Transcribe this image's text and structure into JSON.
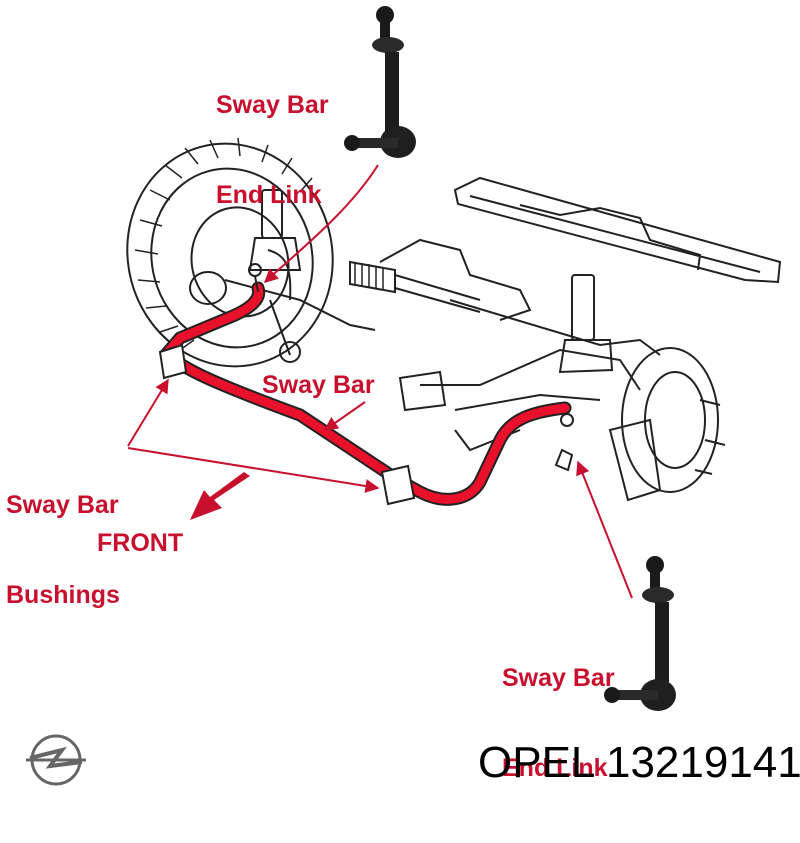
{
  "labels": {
    "end_link_top": [
      "Sway Bar",
      "End Link"
    ],
    "sway_bar": "Sway Bar",
    "bushings": [
      "Sway Bar",
      "Bushings"
    ],
    "front": "FRONT",
    "end_link_bottom": [
      "Sway Bar",
      "End Link"
    ]
  },
  "product": {
    "part_number": "OPEL 13219141"
  },
  "icons": {
    "logo": "opel-logo-icon"
  },
  "colors": {
    "accent": "#c8102e",
    "line_art": "#222222",
    "background": "#ffffff"
  }
}
